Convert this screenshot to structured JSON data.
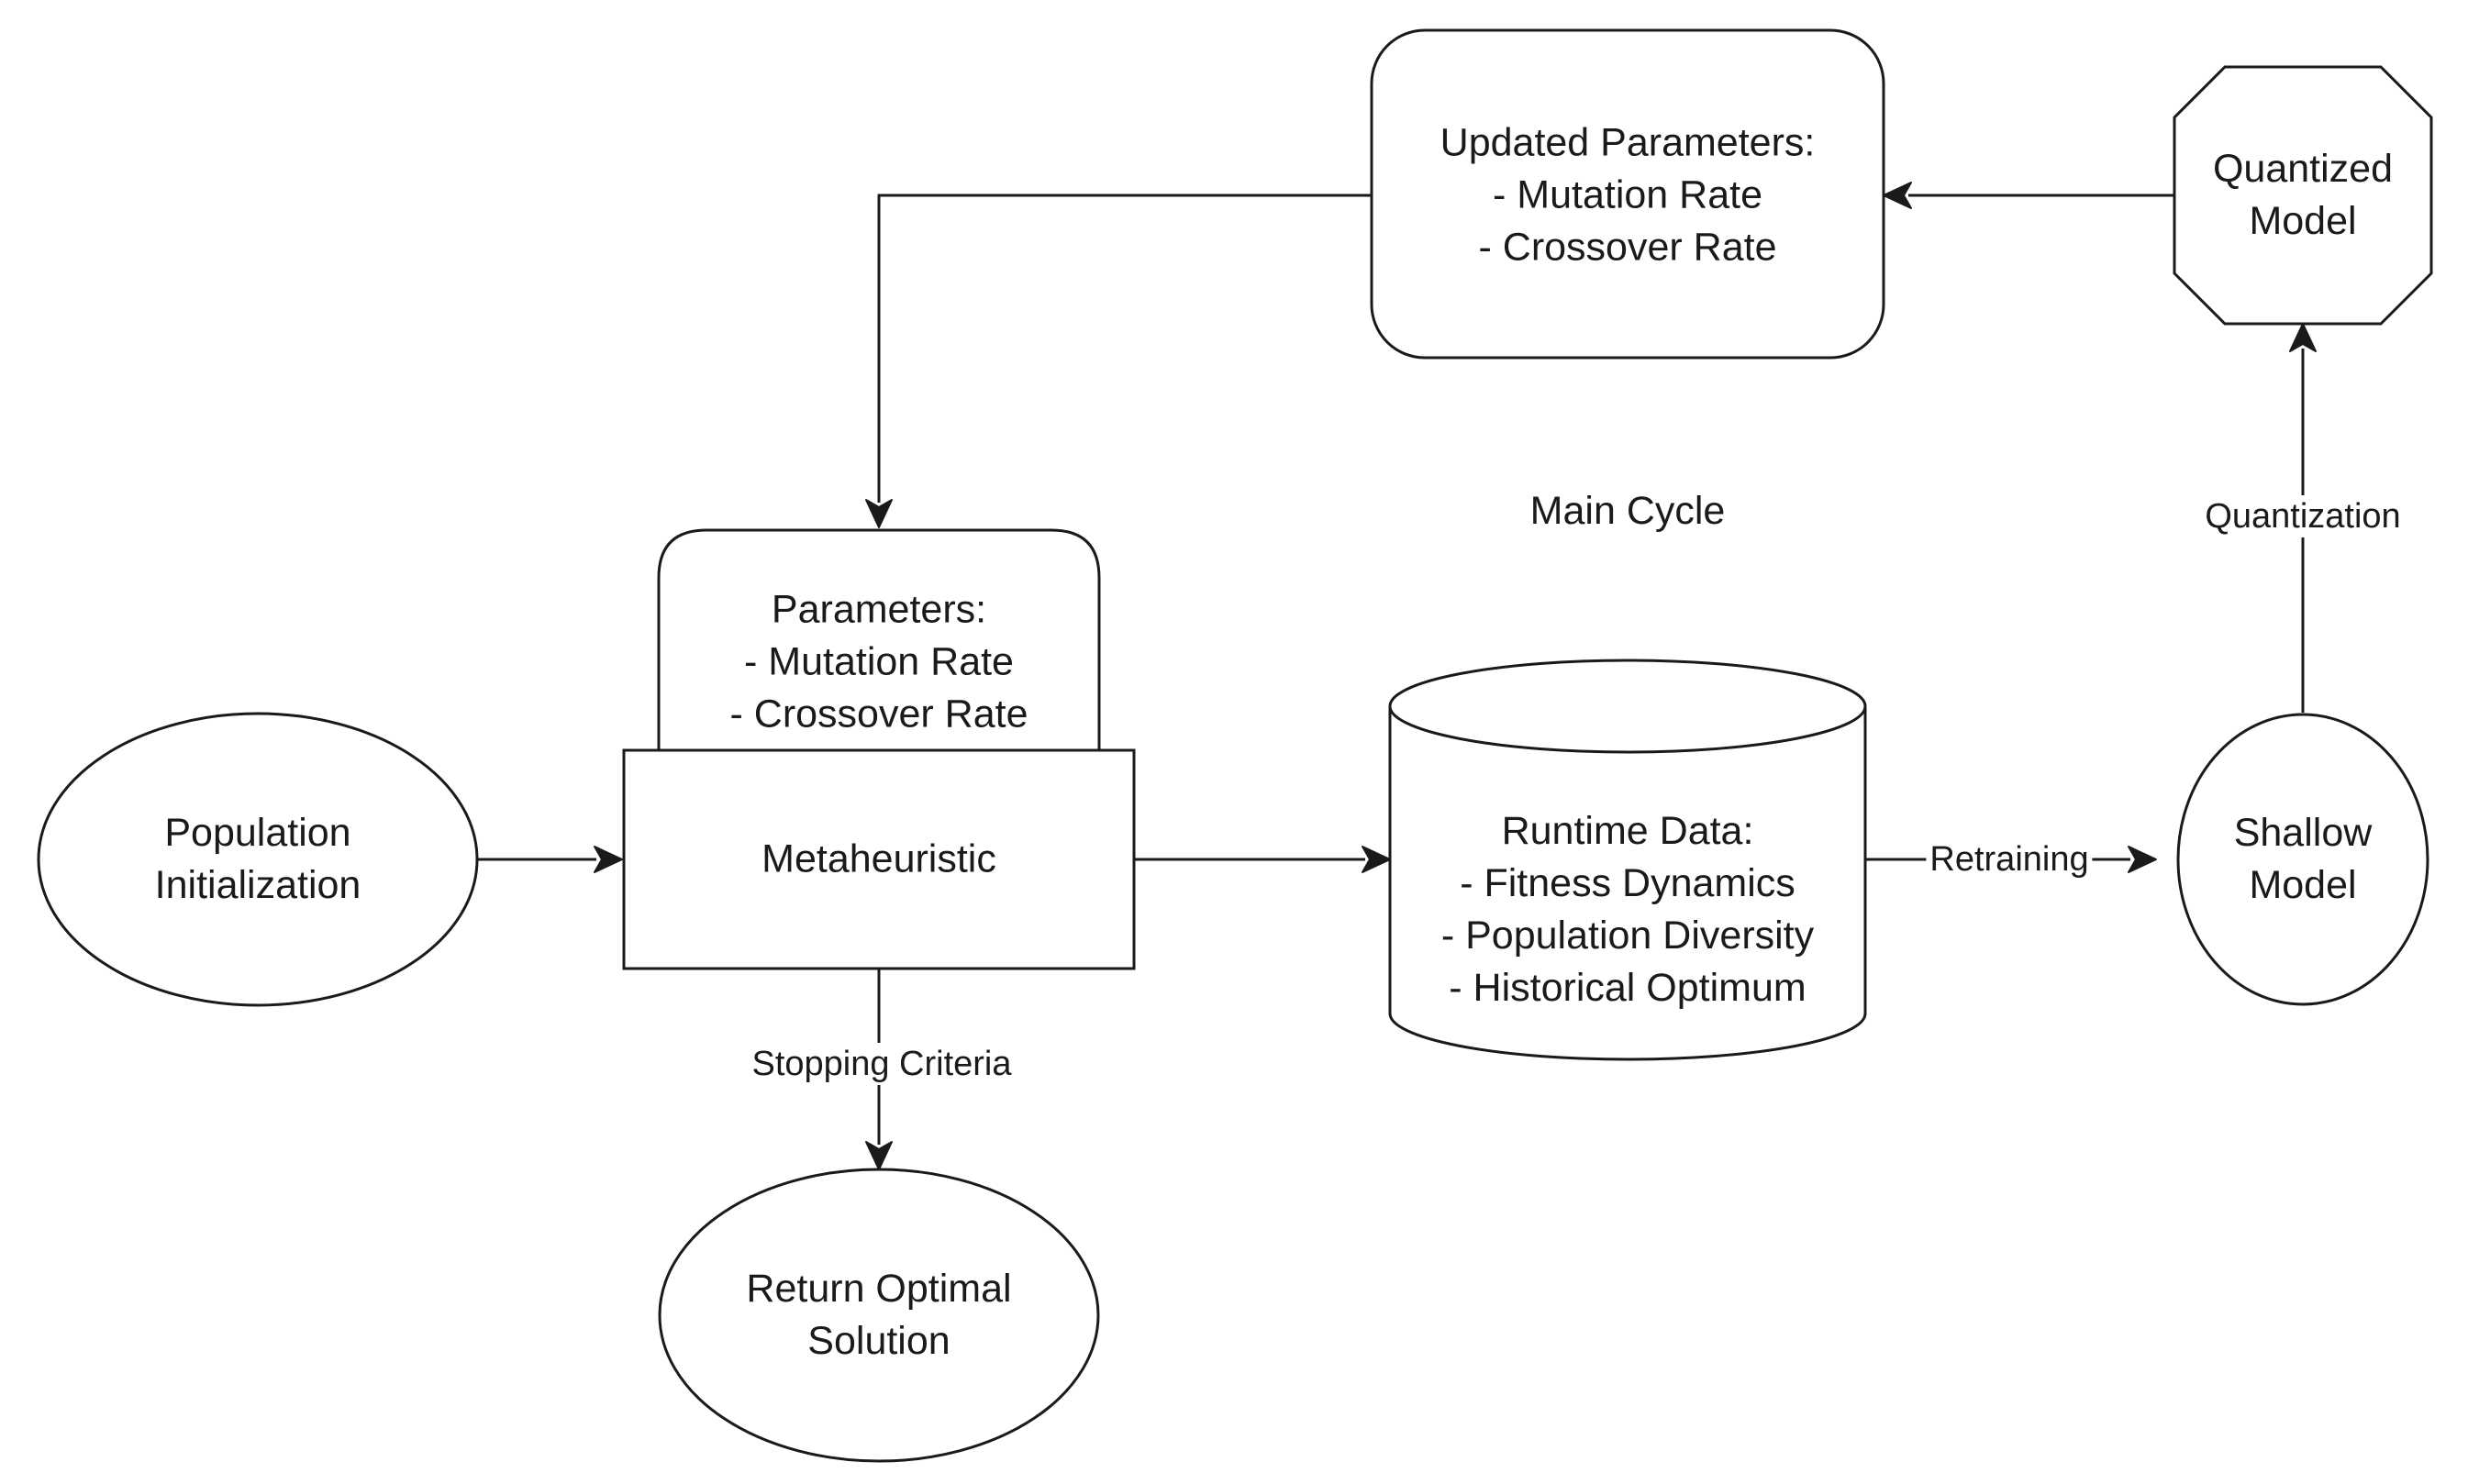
{
  "nodes": {
    "population_init": "Population\nInitialization",
    "metaheuristic": "Metaheuristic",
    "parameters": "Parameters:\n- Mutation Rate\n- Crossover Rate",
    "runtime_data": "Runtime Data:\n- Fitness Dynamics\n- Population Diversity\n- Historical Optimum",
    "shallow_model": "Shallow\nModel",
    "quantized_model": "Quantized\nModel",
    "updated_parameters": "Updated Parameters:\n- Mutation Rate\n- Crossover Rate",
    "return_optimal": "Return Optimal\nSolution"
  },
  "edge_labels": {
    "retraining": "Retraining",
    "quantization": "Quantization",
    "stopping_criteria": "Stopping Criteria"
  },
  "annotations": {
    "main_cycle": "Main Cycle"
  }
}
